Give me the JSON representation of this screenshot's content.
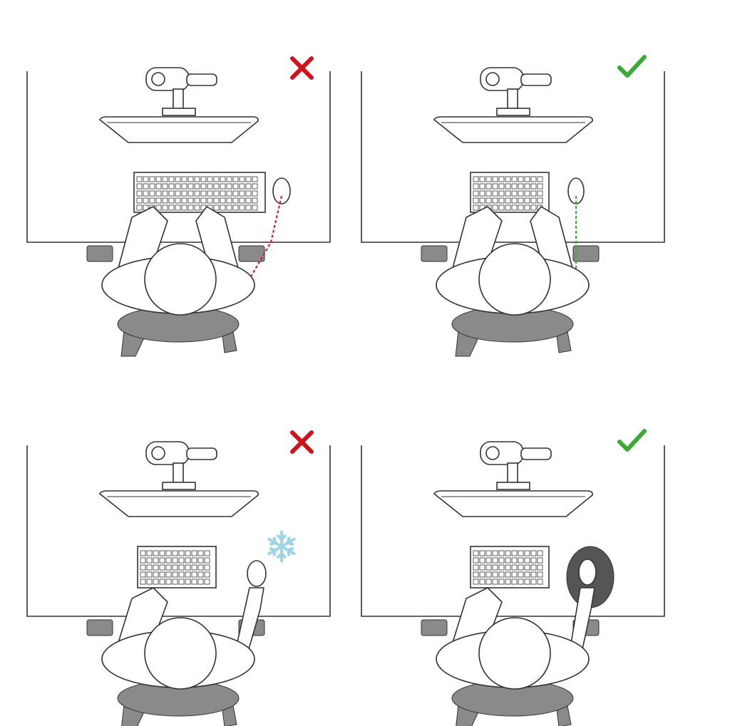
{
  "colors": {
    "line": "#333333",
    "fill": "#ffffff",
    "chair": "#8a8a8a",
    "wrong": "#d0121b",
    "right": "#3aa935",
    "snowflake": "#9fd3e6",
    "mousepad": "#555555"
  },
  "panels": [
    {
      "verdict": "wrong",
      "mark_icon": "cross-icon",
      "keyboard": "full-size",
      "accessory": "red-dashed-reach-line"
    },
    {
      "verdict": "right",
      "mark_icon": "check-icon",
      "keyboard": "compact",
      "accessory": "green-dashed-straight-line"
    },
    {
      "verdict": "wrong",
      "mark_icon": "cross-icon",
      "keyboard": "compact",
      "accessory": "snowflake"
    },
    {
      "verdict": "right",
      "mark_icon": "check-icon",
      "keyboard": "compact",
      "accessory": "mousepad"
    }
  ]
}
